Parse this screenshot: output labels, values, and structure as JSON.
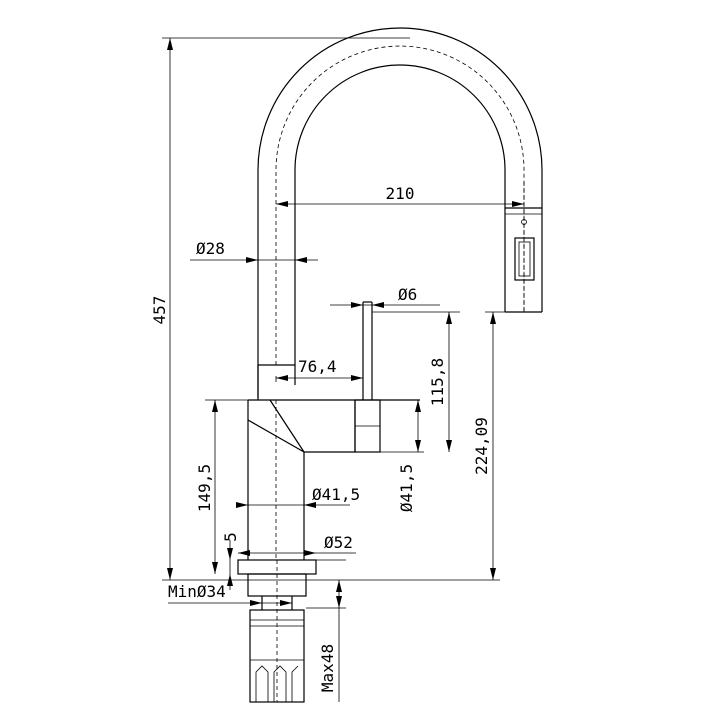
{
  "dimensions": {
    "total_height": "457",
    "reach": "210",
    "hose_diameter": "Ø28",
    "handle_diameter": "Ø6",
    "lever_offset": "76,4",
    "handle_height": "115,8",
    "spout_height": "224,09",
    "body_height": "149,5",
    "body_diameter": "Ø41,5",
    "side_diameter": "Ø41,5",
    "base_thickness": "5",
    "base_diameter": "Ø52",
    "hole_min": "MinØ34",
    "deck_max": "Max48"
  }
}
